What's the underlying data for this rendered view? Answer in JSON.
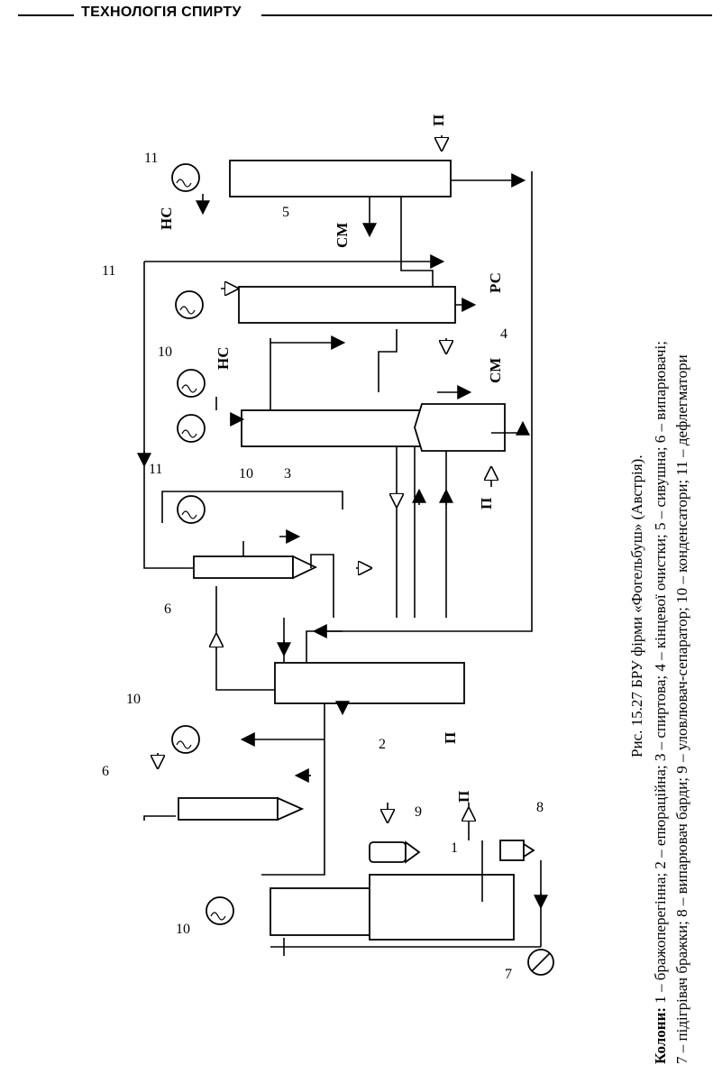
{
  "header": {
    "title": "ТЕХНОЛОГІЯ СПИРТУ"
  },
  "stream_labels": {
    "hs": "НС",
    "cm": "СМ",
    "pc": "РС",
    "p": "П"
  },
  "equipment_numbers": [
    "1",
    "2",
    "3",
    "4",
    "5",
    "6",
    "7",
    "8",
    "9",
    "10",
    "11"
  ],
  "caption": {
    "title": "Рис. 15.27 БРУ фірми «Фогельбуш» (Австрія).",
    "legend_line1_bold": "Колони:",
    "legend_line1": " 1 – бражоперегінна; 2 – епюраційна; 3 – спиртова; 4 – кінцевої очистки; 5 – сивушна; 6 – випарювачі;",
    "legend_line2": "7 – підігрівач бражки; 8 – випарювач барди; 9 – уловлювач-сепаратор; 10 – конденсатори; 11 – дефлегматори"
  }
}
